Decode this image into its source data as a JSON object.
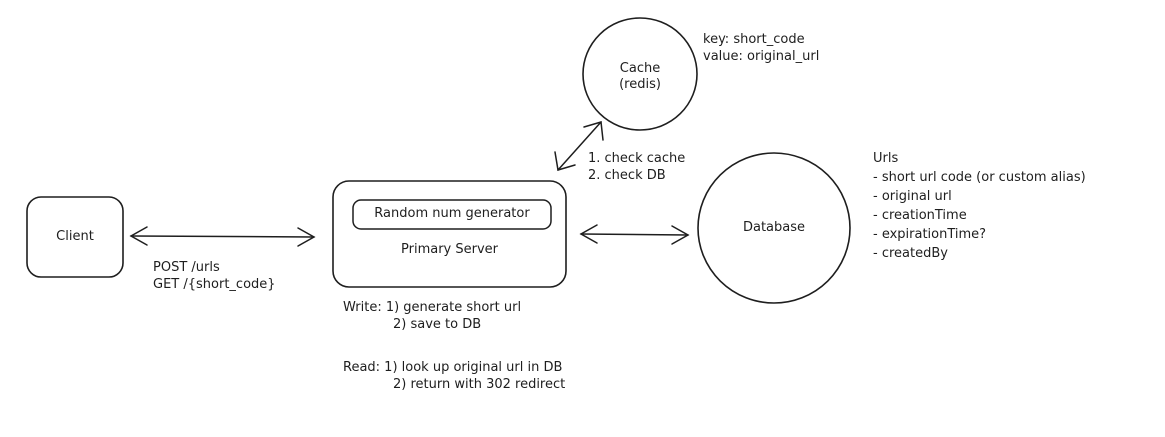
{
  "nodes": {
    "client": {
      "label": "Client"
    },
    "primary_server": {
      "label": "Primary Server",
      "inner_label": "Random num generator"
    },
    "cache": {
      "line1": "Cache",
      "line2": "(redis)"
    },
    "database": {
      "label": "Database"
    }
  },
  "annotations": {
    "cache_kv": [
      "key: short_code",
      "value: original_url"
    ],
    "cache_check": [
      "1. check cache",
      "2. check DB"
    ],
    "client_api": [
      "POST /urls",
      "GET /{short_code}"
    ],
    "write_flow": [
      "Write: 1) generate short url",
      "2) save to DB"
    ],
    "read_flow": [
      "Read: 1) look up original url in DB",
      "2) return with 302 redirect"
    ],
    "db_schema": {
      "title": "Urls",
      "fields": [
        "- short url code (or custom alias)",
        "- original url",
        "- creationTime",
        "- expirationTime?",
        "- createdBy"
      ]
    }
  },
  "colors": {
    "stroke": "#1e1e1e",
    "background": "#ffffff"
  }
}
